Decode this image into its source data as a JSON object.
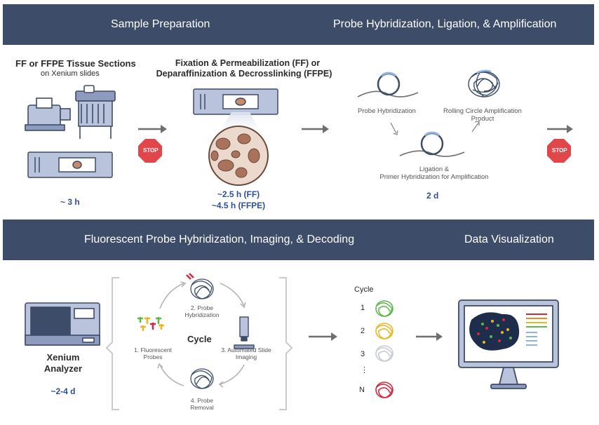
{
  "header_top": {
    "left_title": "Sample Preparation",
    "right_title": "Probe Hybridization, Ligation, & Amplification"
  },
  "header_bottom": {
    "left_title": "Fluorescent Probe Hybridization, Imaging, & Decoding",
    "right_title": "Data Visualization"
  },
  "step1": {
    "title": "FF or FFPE Tissue Sections",
    "subtitle": "on Xenium slides",
    "time": "~ 3 h"
  },
  "step2": {
    "title_line1": "Fixation & Permeabilization (FF) or",
    "title_line2": "Deparaffinization & Decrosslinking (FFPE)",
    "time_line1": "~2.5 h (FF)",
    "time_line2": "~4.5 h (FFPE)"
  },
  "step3": {
    "probe_hyb": "Probe Hybridization",
    "rca_line1": "Rolling Circle Amplification",
    "rca_line2": "Product",
    "lig_line1": "Ligation &",
    "lig_line2": "Primer Hybridization for Amplification",
    "time": "2 d"
  },
  "stop_label": "STOP",
  "analyzer": {
    "name_line1": "Xenium",
    "name_line2": "Analyzer",
    "time": "~2-4 d"
  },
  "cycle": {
    "center_label": "Cycle",
    "step1_line1": "1. Fluorescent",
    "step1_line2": "Probes",
    "step2_line1": "2. Probe",
    "step2_line2": "Hybridization",
    "step3_line1": "3. Automated Slide",
    "step3_line2": "Imaging",
    "step4_line1": "4. Probe",
    "step4_line2": "Removal"
  },
  "cycle_list": {
    "title": "Cycle",
    "items": [
      "1",
      "2",
      "3",
      "⋮",
      "N"
    ],
    "colors": [
      "#5fb84a",
      "#e9b824",
      "#c9ccd2",
      "",
      "#d6283c"
    ]
  },
  "colors": {
    "band": "#3d4c68",
    "accent_blue": "#2d4fa0",
    "stop_red": "#e0464a",
    "device": "#b9c3dc",
    "device_dark": "#3d4c68"
  }
}
